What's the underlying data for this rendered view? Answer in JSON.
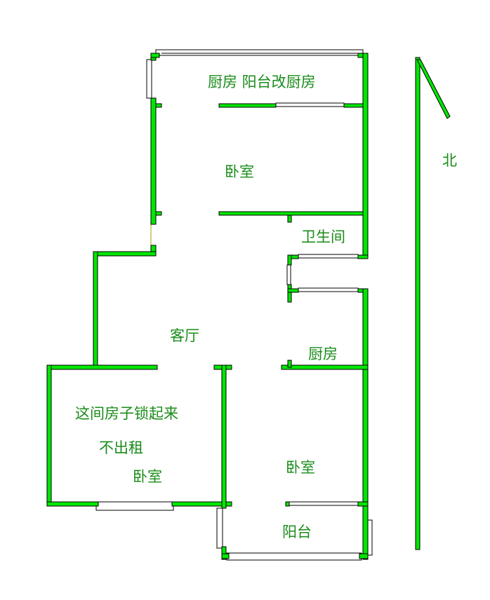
{
  "colors": {
    "wall": "#00e600",
    "text": "#1a8c1a",
    "outline": "#000000"
  },
  "rooms": {
    "top_kitchen": "厨房 阳台改厨房",
    "top_bedroom": "卧室",
    "bathroom": "卫生间",
    "living_room": "客厅",
    "kitchen": "厨房",
    "locked_note_1": "这间房子锁起来",
    "locked_note_2": "不出租",
    "left_bedroom": "卧室",
    "right_bedroom": "卧室",
    "balcony": "阳台"
  },
  "compass": {
    "label": "北",
    "icon": "north-arrow-icon"
  }
}
